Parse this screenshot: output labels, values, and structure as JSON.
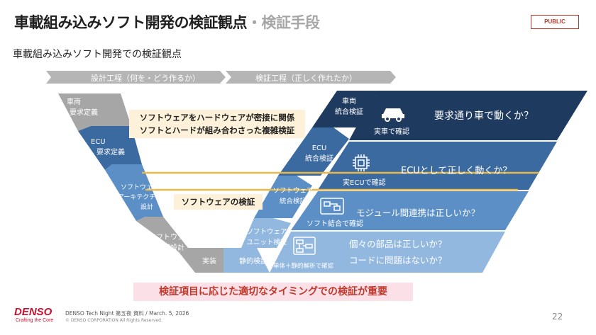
{
  "title": {
    "main": "車載組み込みソフト開発の検証観点",
    "sub": "・検証手段"
  },
  "badge": "PUBLIC",
  "section_heading": "車載組み込みソフト開発での検証観点",
  "phases": {
    "design": "設計工程（何を・どう作るか）",
    "verify": "検証工程（正しく作れたか）"
  },
  "left_steps": [
    {
      "l1": "車両",
      "l2": "要求定義"
    },
    {
      "l1": "ECU",
      "l2": "要求定義"
    },
    {
      "l1": "ソフトウェア",
      "l2": "アーキテクチャ",
      "l3": "設計"
    },
    {
      "l1": "ソフトウェア",
      "l2": "詳細設計"
    },
    {
      "l1": "実装"
    }
  ],
  "right_steps": [
    {
      "l1": "車両",
      "l2": "統合検証"
    },
    {
      "l1": "ECU",
      "l2": "統合検証"
    },
    {
      "l1": "ソフトウェア",
      "l2": "統合検証"
    },
    {
      "l1": "ソフトウェア",
      "l2": "ユニット検証"
    },
    {
      "l1": "静的検証"
    }
  ],
  "bands": [
    {
      "method": "実車で確認",
      "question": "要求通り車で動くか？",
      "icon": "car-icon"
    },
    {
      "method": "実ECUで確認",
      "question": "ECUとして正しく動くか？",
      "icon": "chip-icon"
    },
    {
      "method": "ソフト結合で確認",
      "question": "モジュール間連携は正しいか？",
      "icon": "module-icon"
    },
    {
      "method": "単体＋静的解析で確認",
      "question_l1": "個々の部品は正しいか？",
      "question_l2": "コードに問題はないか？",
      "icon": "flowchart-icon"
    }
  ],
  "notes": {
    "hw_l1": "ソフトウェアをハードウェアが密接に関係",
    "hw_l2": "ソフトとハードが組み合わさった複雑検証",
    "sw": "ソフトウェアの検証"
  },
  "conclusion": "検証項目に応じた適切なタイミングでの検証が重要",
  "footer": {
    "logo": "DENSO",
    "tagline": "Crafting the Core",
    "event": "DENSO Tech Night 第五夜 資料 / March. 5, 2026",
    "copyright": "© DENSO CORPORATION All Rights Reserved.",
    "page": "22"
  },
  "colors": {
    "navy": "#1f3a5f",
    "mid": "#3b6aa0",
    "light": "#5b8fc6",
    "pale": "#93b8e0",
    "grey": "#a6a6a6",
    "accent": "#e8b84a"
  }
}
